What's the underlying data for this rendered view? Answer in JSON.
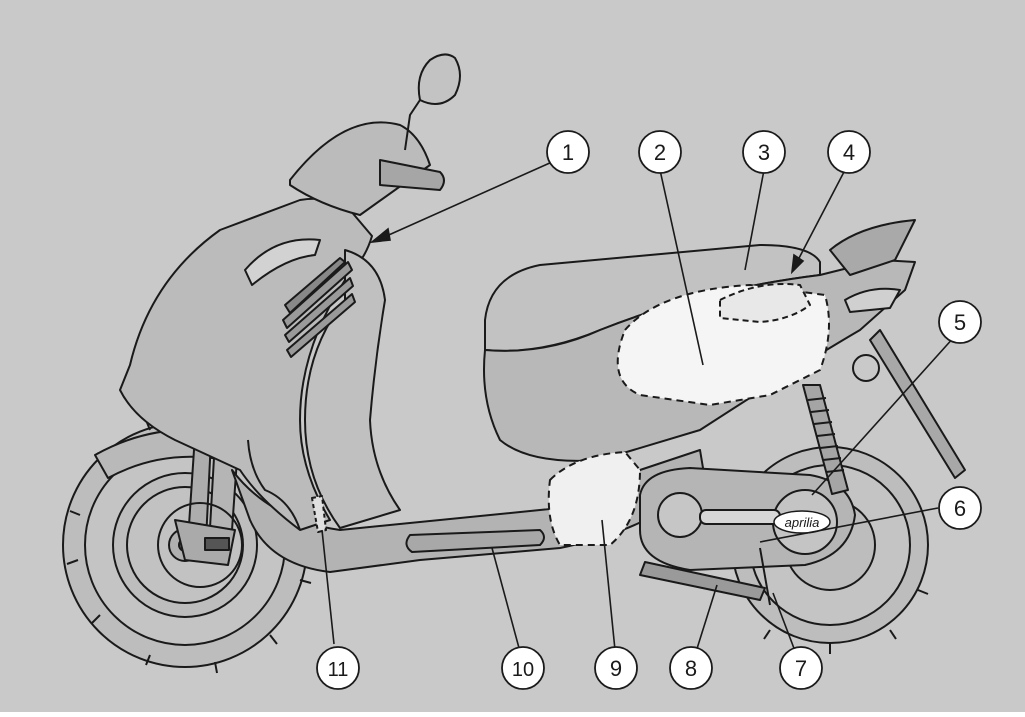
{
  "colors": {
    "background": "#c9c9c9",
    "body": "#bdbdbd",
    "line": "#1a1a1a",
    "callout_fill": "#ffffff",
    "hidden_fill": "#f5f5f5"
  },
  "brand_badge": "aprilia",
  "callouts": [
    {
      "id": "callout-1",
      "label": "1"
    },
    {
      "id": "callout-2",
      "label": "2"
    },
    {
      "id": "callout-3",
      "label": "3"
    },
    {
      "id": "callout-4",
      "label": "4"
    },
    {
      "id": "callout-5",
      "label": "5"
    },
    {
      "id": "callout-6",
      "label": "6"
    },
    {
      "id": "callout-7",
      "label": "7"
    },
    {
      "id": "callout-8",
      "label": "8"
    },
    {
      "id": "callout-9",
      "label": "9"
    },
    {
      "id": "callout-10",
      "label": "10"
    },
    {
      "id": "callout-11",
      "label": "11"
    }
  ]
}
